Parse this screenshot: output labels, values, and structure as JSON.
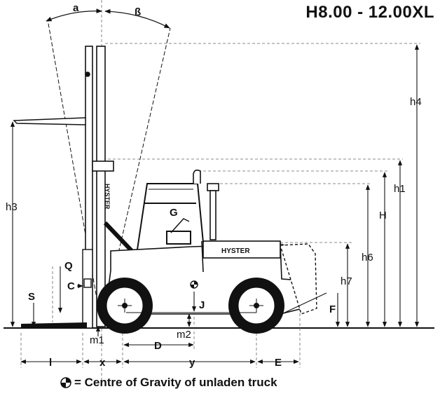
{
  "title": "H8.00 - 12.00XL",
  "brand_text": "HYSTER",
  "mast_brand_text": "HYSTER",
  "caption": "= Centre of Gravity of unladen truck",
  "labels": {
    "a": "a",
    "beta": "ß",
    "h4": "h4",
    "h1": "h1",
    "h3": "h3",
    "H": "H",
    "h6": "h6",
    "h7": "h7",
    "G": "G",
    "Q": "Q",
    "C": "C",
    "S": "S",
    "J": "J",
    "F": "F",
    "m1": "m1",
    "m2": "m2",
    "D": "D",
    "l": "l",
    "x": "x",
    "y": "y",
    "E": "E"
  },
  "colors": {
    "ink": "#111111",
    "paper": "#ffffff",
    "guide": "#555555"
  }
}
